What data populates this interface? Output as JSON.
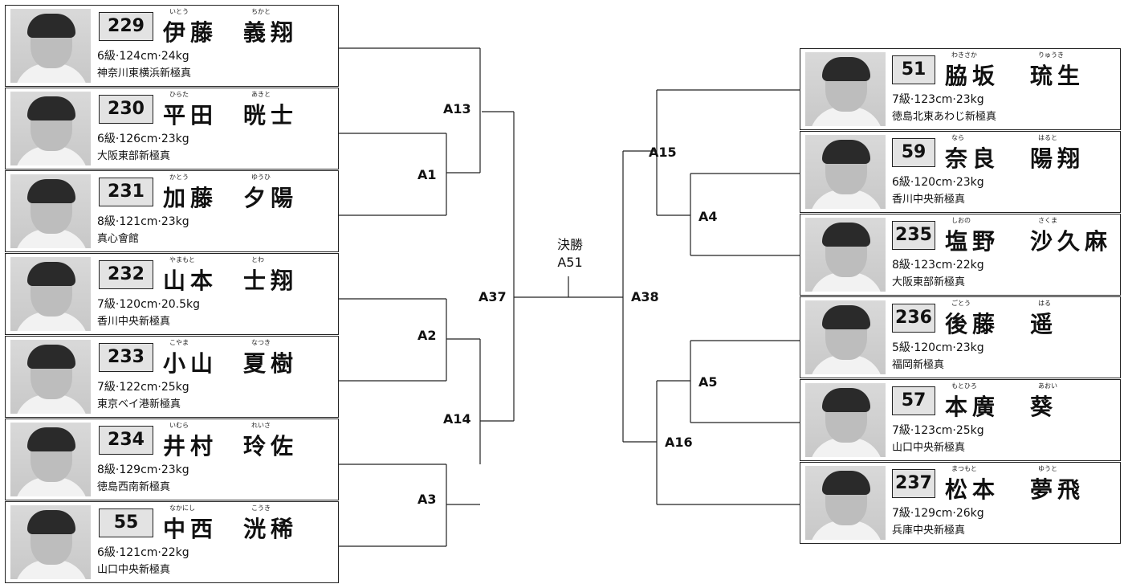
{
  "left": [
    {
      "num": "229",
      "kana_family": "いとう",
      "kana_given": "ちかと",
      "family": "伊藤",
      "given": "義翔",
      "info": "6級·124cm·24kg",
      "dojo": "神奈川東横浜新極真"
    },
    {
      "num": "230",
      "kana_family": "ひらた",
      "kana_given": "あきと",
      "family": "平田",
      "given": "晄士",
      "info": "6級·126cm·23kg",
      "dojo": "大阪東部新極真"
    },
    {
      "num": "231",
      "kana_family": "かとう",
      "kana_given": "ゆうひ",
      "family": "加藤",
      "given": "夕陽",
      "info": "8級·121cm·23kg",
      "dojo": "真心會館"
    },
    {
      "num": "232",
      "kana_family": "やまもと",
      "kana_given": "とわ",
      "family": "山本",
      "given": "士翔",
      "info": "7級·120cm·20.5kg",
      "dojo": "香川中央新極真"
    },
    {
      "num": "233",
      "kana_family": "こやま",
      "kana_given": "なつき",
      "family": "小山",
      "given": "夏樹",
      "info": "7級·122cm·25kg",
      "dojo": "東京ベイ港新極真"
    },
    {
      "num": "234",
      "kana_family": "いむら",
      "kana_given": "れいさ",
      "family": "井村",
      "given": "玲佐",
      "info": "8級·129cm·23kg",
      "dojo": "徳島西南新極真"
    },
    {
      "num": "55",
      "kana_family": "なかにし",
      "kana_given": "こうき",
      "family": "中西",
      "given": "洸稀",
      "info": "6級·121cm·22kg",
      "dojo": "山口中央新極真"
    }
  ],
  "right": [
    {
      "num": "51",
      "kana_family": "わきさか",
      "kana_given": "りゅうき",
      "family": "脇坂",
      "given": "琉生",
      "info": "7級·123cm·23kg",
      "dojo": "徳島北東あわじ新極真"
    },
    {
      "num": "59",
      "kana_family": "なら",
      "kana_given": "はると",
      "family": "奈良",
      "given": "陽翔",
      "info": "6級·120cm·23kg",
      "dojo": "香川中央新極真"
    },
    {
      "num": "235",
      "kana_family": "しおの",
      "kana_given": "さくま",
      "family": "塩野",
      "given": "沙久麻",
      "info": "8級·123cm·22kg",
      "dojo": "大阪東部新極真"
    },
    {
      "num": "236",
      "kana_family": "ごとう",
      "kana_given": "はる",
      "family": "後藤",
      "given": "遥",
      "info": "5級·120cm·23kg",
      "dojo": "福岡新極真"
    },
    {
      "num": "57",
      "kana_family": "もとひろ",
      "kana_given": "あおい",
      "family": "本廣",
      "given": "葵",
      "info": "7級·123cm·25kg",
      "dojo": "山口中央新極真"
    },
    {
      "num": "237",
      "kana_family": "まつもと",
      "kana_given": "ゆうと",
      "family": "松本",
      "given": "夢飛",
      "info": "7級·129cm·26kg",
      "dojo": "兵庫中央新極真"
    }
  ],
  "matches": {
    "A1": "A1",
    "A2": "A2",
    "A3": "A3",
    "A4": "A4",
    "A5": "A5",
    "A13": "A13",
    "A14": "A14",
    "A15": "A15",
    "A16": "A16",
    "A37": "A37",
    "A38": "A38"
  },
  "final": {
    "label": "決勝",
    "code": "A51"
  },
  "colors": {
    "line": "#222222",
    "num_bg": "#e3e3e3",
    "photo_bg": "#cfcfcf"
  }
}
